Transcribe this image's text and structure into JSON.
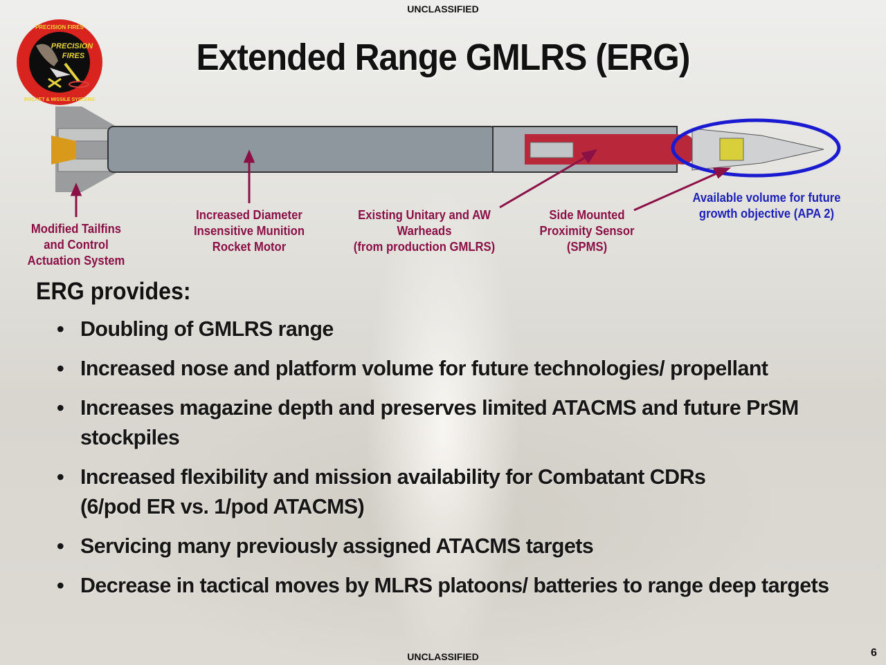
{
  "classification_top": "UNCLASSIFIED",
  "classification_bottom": "UNCLASSIFIED",
  "logo": {
    "top_text": "PRECISION FIRES",
    "center_text_1": "PRECISION",
    "center_text_2": "FIRES",
    "bottom_text": "ROCKET & MISSILE SYSTEMS"
  },
  "title": "Extended Range GMLRS (ERG)",
  "diagram": {
    "callouts": [
      {
        "id": "tailfins",
        "lines": [
          "Modified Tailfins",
          "and Control",
          "Actuation System"
        ],
        "color": "#8a1046"
      },
      {
        "id": "motor",
        "lines": [
          "Increased Diameter",
          "Insensitive Munition",
          "Rocket Motor"
        ],
        "color": "#8a1046"
      },
      {
        "id": "warheads",
        "lines": [
          "Existing Unitary and AW",
          "Warheads",
          "(from production GMLRS)"
        ],
        "color": "#8a1046"
      },
      {
        "id": "spms",
        "lines": [
          "Side Mounted",
          "Proximity Sensor",
          "(SPMS)"
        ],
        "color": "#8a1046"
      },
      {
        "id": "volume",
        "lines": [
          "Available volume for future",
          "growth objective (APA 2)"
        ],
        "color": "#1d22b8"
      }
    ]
  },
  "section_heading": "ERG provides:",
  "bullet_glyph": "•",
  "bullets": [
    {
      "line1": "Doubling of GMLRS range",
      "line2": ""
    },
    {
      "line1": "Increased nose and platform volume for future technologies/ propellant",
      "line2": ""
    },
    {
      "line1": "Increases magazine depth and preserves limited ATACMS and future PrSM",
      "line2": "stockpiles"
    },
    {
      "line1": "Increased flexibility and mission availability for Combatant CDRs",
      "line2": "(6/pod ER vs. 1/pod ATACMS)"
    },
    {
      "line1": "Servicing many previously assigned ATACMS targets",
      "line2": ""
    },
    {
      "line1": "Decrease in tactical moves by MLRS platoons/ batteries  to range deep targets",
      "line2": ""
    }
  ],
  "page_number": "6",
  "colors": {
    "callout_maroon": "#8a1046",
    "callout_blue": "#1d22b8",
    "highlight_ellipse": "#1a1ad0",
    "warhead_red": "#b8283a",
    "motor_gray": "#8e979d"
  }
}
